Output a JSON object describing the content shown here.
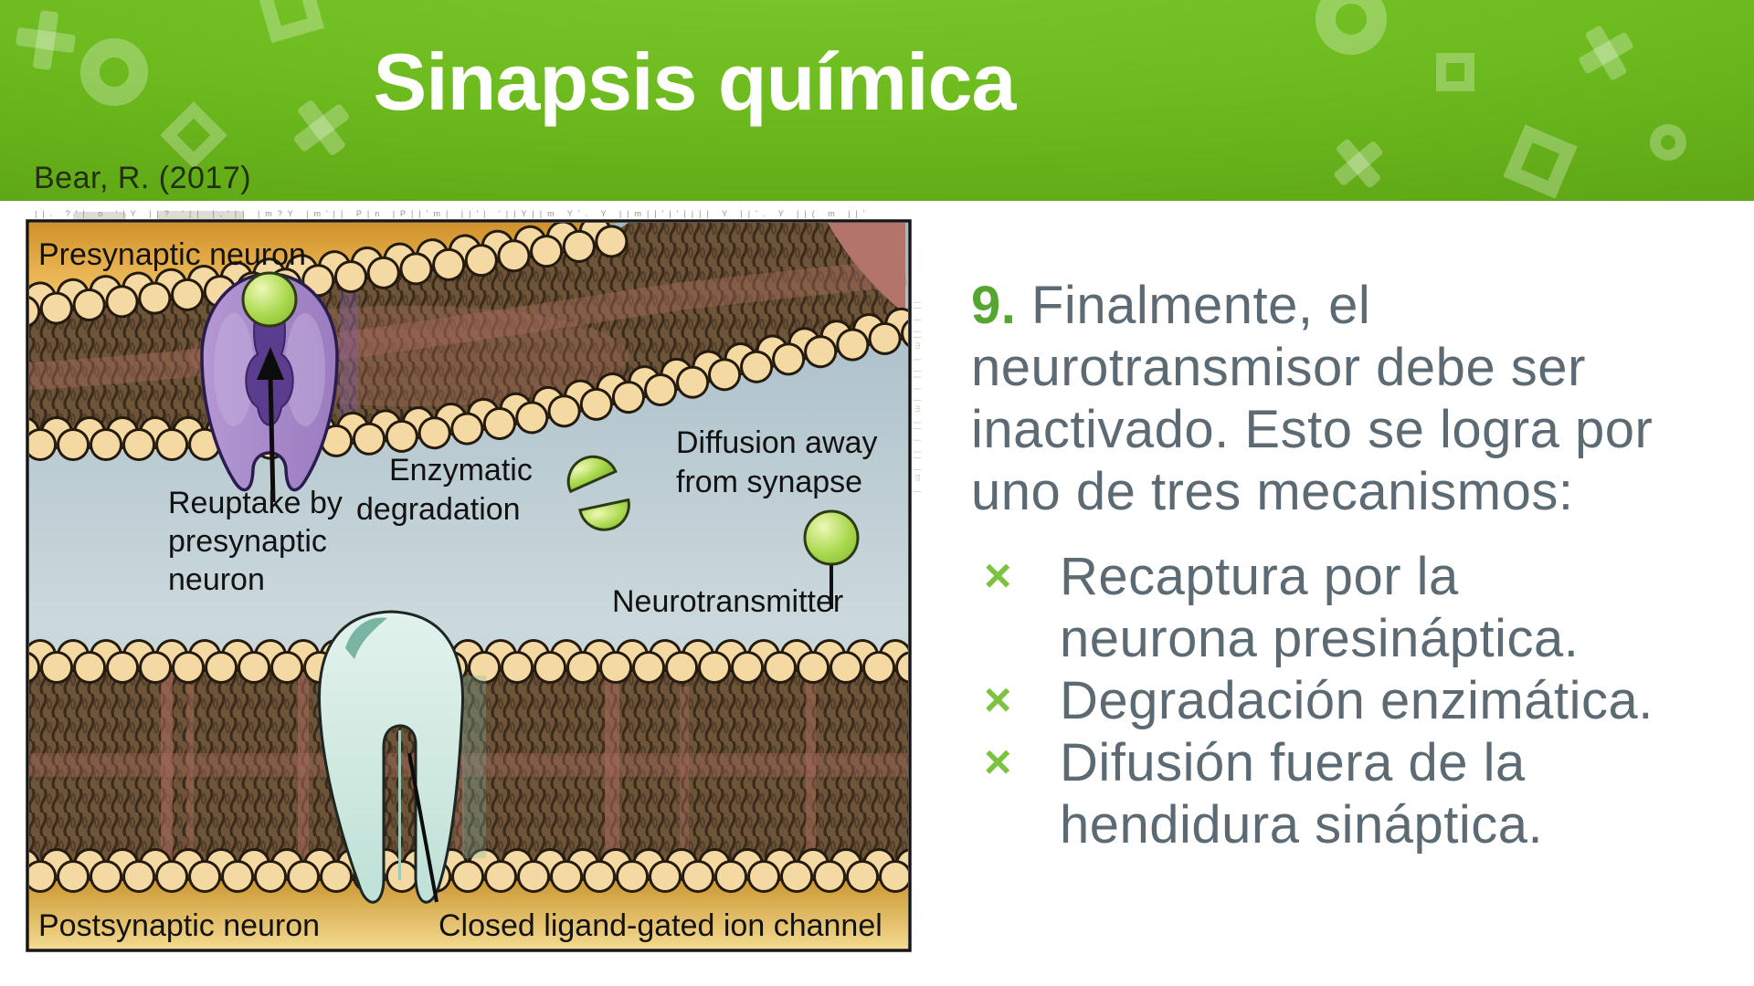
{
  "slide": {
    "title": "Sinapsis química",
    "citation": "Bear, R. (2017)"
  },
  "content": {
    "number": "9.",
    "intro_lines": [
      "Finalmente, el",
      "neurotransmisor debe ser",
      "inactivado. Esto se logra por",
      "uno de tres mecanismos:"
    ],
    "bullet_marker": "×",
    "bullets": [
      {
        "lines": [
          "Recaptura por la",
          "neurona presináptica."
        ]
      },
      {
        "lines": [
          "Degradación enzimática."
        ]
      },
      {
        "lines": [
          "Difusión fuera de la",
          "hendidura sináptica."
        ]
      }
    ]
  },
  "diagram": {
    "labels": {
      "presynaptic": "Presynaptic neuron",
      "reuptake_lines": [
        "Reuptake by",
        "presynaptic",
        "neuron"
      ],
      "enzymatic_lines": [
        "Enzymatic",
        "degradation"
      ],
      "diffusion_lines": [
        "Diffusion away",
        "from synapse"
      ],
      "neurotransmitter": "Neurotransmitter",
      "postsynaptic": "Postsynaptic neuron",
      "ion_channel": "Closed ligand-gated ion channel"
    },
    "noise_top": "||. ?'| o '|Y ||? '|| |,'|| |m?Y |m'|| P|n |P||'m| ||'| '||Y||m Y'. Y ||m||'|'|||| Y ||'. Y ||( m ||'| | '| '|| ||'|",
    "noise_side": "|| | ||m | || | |m || | || |m |"
  },
  "colors": {
    "header_green": "#63b01c",
    "number_green": "#55a630",
    "bullet_green": "#7cc342",
    "body_text": "#5b6a73",
    "citation_text": "#22300f"
  }
}
